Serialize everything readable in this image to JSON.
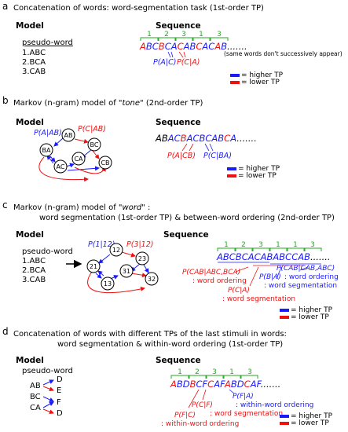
{
  "colors": {
    "blue": "#1a1aff",
    "red": "#ee1111",
    "green": "#22aa22",
    "black": "#000000"
  },
  "legend": {
    "higher": "= higher TP",
    "lower": "= lower TP"
  },
  "panel_a": {
    "letter": "a",
    "title": "Concatenation of words: word-segmentation task (1st-order TP)",
    "model_label": "Model",
    "sequence_label": "Sequence",
    "pseudo_word_label": "pseudo-word",
    "words": [
      "1.ABC",
      "2.BCA",
      "3.CAB"
    ],
    "bracket_numbers": [
      "1",
      "2",
      "3",
      "1",
      "3"
    ],
    "sequence_letters": [
      "A",
      "B",
      "C",
      "B",
      "C",
      "A",
      "C",
      "A",
      "B",
      "C",
      "A",
      "C",
      "A",
      "B"
    ],
    "sequence_colors": [
      "red",
      "blue",
      "blue",
      "red",
      "blue",
      "blue",
      "red",
      "blue",
      "blue",
      "red",
      "blue",
      "blue",
      "red",
      "blue"
    ],
    "ellipsis": ".......",
    "note": "(same words don't successively appear)",
    "tp_blue": "P(A|C)",
    "tp_red": "P(C|A)"
  },
  "panel_b": {
    "letter": "b",
    "title_pre": "Markov (n-gram) model of \"",
    "title_em": "tone",
    "title_post": "\" (2nd-order TP)",
    "model_label": "Model",
    "sequence_label": "Sequence",
    "nodes": [
      "AB",
      "BA",
      "BC",
      "CA",
      "AC",
      "CB"
    ],
    "tp_blue": "P(A|AB)",
    "tp_red": "P(C|AB)",
    "sequence_letters": [
      "A",
      "B",
      "A",
      "C",
      "B",
      "A",
      "C",
      "B",
      "C",
      "A",
      "B",
      "C",
      "A"
    ],
    "sequence_colors": [
      "black",
      "black",
      "blue",
      "blue",
      "red",
      "blue",
      "blue",
      "blue",
      "blue",
      "blue",
      "blue",
      "red",
      "blue"
    ],
    "ellipsis": ".......",
    "seq_tp_red": "P(A|CB)",
    "seq_tp_blue": "P(C|BA)"
  },
  "panel_c": {
    "letter": "c",
    "title_pre": "Markov (n-gram) model of \"",
    "title_em": "word",
    "title_post": "\" :",
    "subtitle": "word segmentation (1st-order TP) & between-word ordering (2nd-order TP)",
    "model_label": "Model",
    "sequence_label": "Sequence",
    "pseudo_word_label": "pseudo-word",
    "words": [
      "1.ABC",
      "2.BCA",
      "3.CAB"
    ],
    "nodes": [
      "12",
      "21",
      "23",
      "31",
      "13",
      "32"
    ],
    "tp_blue": "P(1|12)",
    "tp_red": "P(3|12)",
    "bracket_numbers": [
      "1",
      "2",
      "3",
      "1",
      "1",
      "3"
    ],
    "sequence_letters": [
      "A",
      "B",
      "C",
      "B",
      "C",
      "A",
      "C",
      "A",
      "B",
      "A",
      "B",
      "C",
      "C",
      "A",
      "B"
    ],
    "ellipsis": ".......",
    "ann_word_ordering_red_tp": "P(CAB|ABC,BCA)",
    "ann_word_ordering_red_text": ": word ordering",
    "ann_seg_red_tp": "P(C|A)",
    "ann_seg_red_text": ": word segmentation",
    "ann_seg_blue_tp": "P(B|A)",
    "ann_seg_blue_text": ": word segmentation",
    "ann_order_blue_tp": "P(CAB|CAB,ABC)",
    "ann_order_blue_text": ": word ordering"
  },
  "panel_d": {
    "letter": "d",
    "title": "Concatenation of words with different TPs of the last stimuli in words:",
    "subtitle": "word segmentation & within-word ordering (1st-order TP)",
    "model_label": "Model",
    "sequence_label": "Sequence",
    "pseudo_word_label": "pseudo-word",
    "pairs": [
      "AB",
      "BC",
      "CA"
    ],
    "endings": [
      "D",
      "E",
      "F",
      "D"
    ],
    "bracket_numbers": [
      "1",
      "2",
      "3",
      "1",
      "3"
    ],
    "sequence_letters": [
      "A",
      "B",
      "D",
      "B",
      "C",
      "F",
      "C",
      "A",
      "F",
      "A",
      "B",
      "D",
      "C",
      "A",
      "F"
    ],
    "sequence_colors": [
      "red",
      "blue",
      "blue",
      "red",
      "blue",
      "blue",
      "red",
      "blue",
      "blue",
      "red",
      "blue",
      "blue",
      "red",
      "blue",
      "blue"
    ],
    "ellipsis": ".......",
    "ann_fc_tp": "P(F|C)",
    "ann_fc_text": ": within-word ordering",
    "ann_cf_tp": "P(C|F)",
    "ann_cf_text": ": word segmentation",
    "ann_fa_tp": "P(F|A)",
    "ann_fa_text": ": within-word ordering"
  }
}
